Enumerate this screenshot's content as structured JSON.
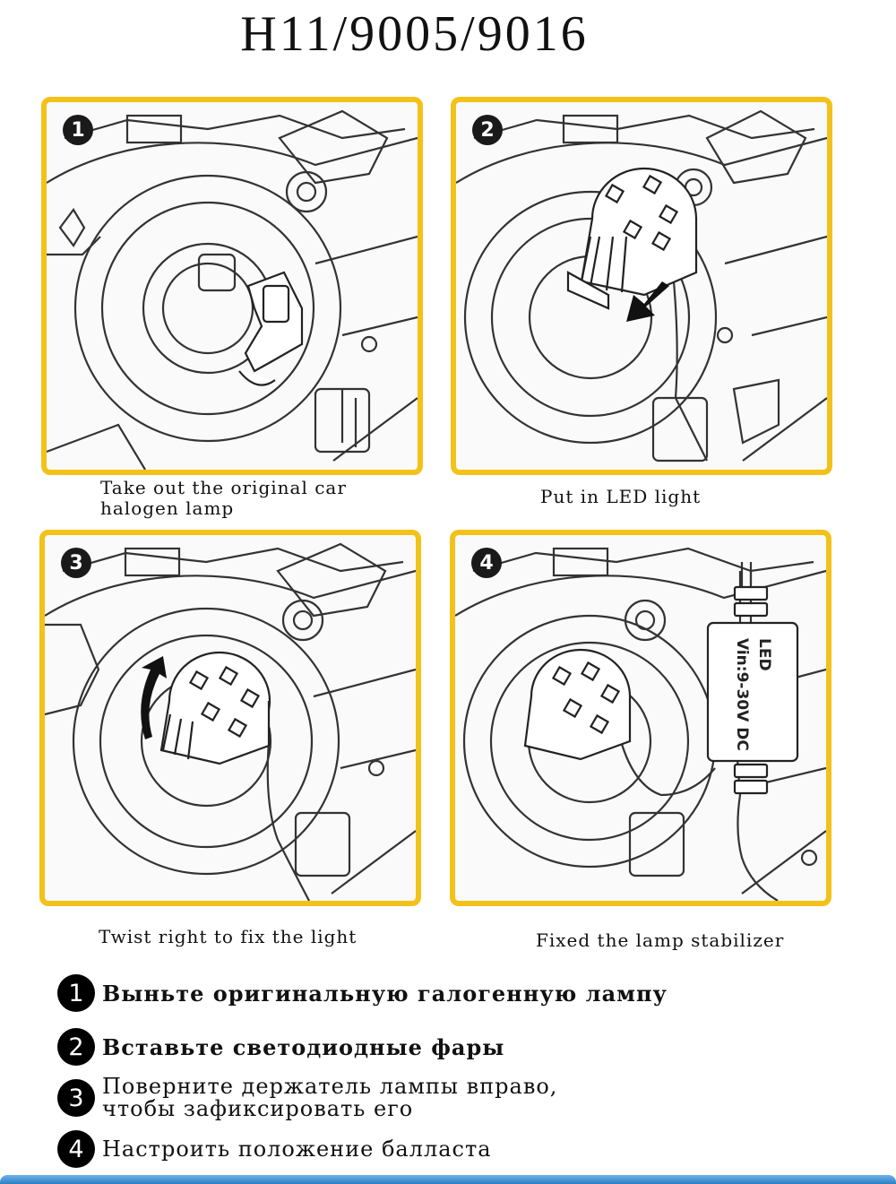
{
  "title": "H11/9005/9016",
  "panels": [
    {
      "num": "1",
      "caption_line1": "Take out the original car",
      "caption_line2": "halogen lamp"
    },
    {
      "num": "2",
      "caption_line1": "Put in LED light"
    },
    {
      "num": "3",
      "caption_line1": "Twist right to fix the light"
    },
    {
      "num": "4",
      "caption_line1": "Fixed the lamp stabilizer",
      "ballast_line1": "LED",
      "ballast_line2": "Vin:9-30V DC"
    }
  ],
  "steps": [
    {
      "num": "1",
      "text": "Выньте оригинальную галогенную лампу"
    },
    {
      "num": "2",
      "text": "Вставьте светодиодные фары"
    },
    {
      "num": "3",
      "line1": "Поверните держатель лампы вправо,",
      "line2": "чтобы зафиксировать его"
    },
    {
      "num": "4",
      "text": "Настроить положение балласта"
    }
  ],
  "colors": {
    "panel_border": "#f3c21a",
    "bottom_bar": "#2a7fc4"
  }
}
